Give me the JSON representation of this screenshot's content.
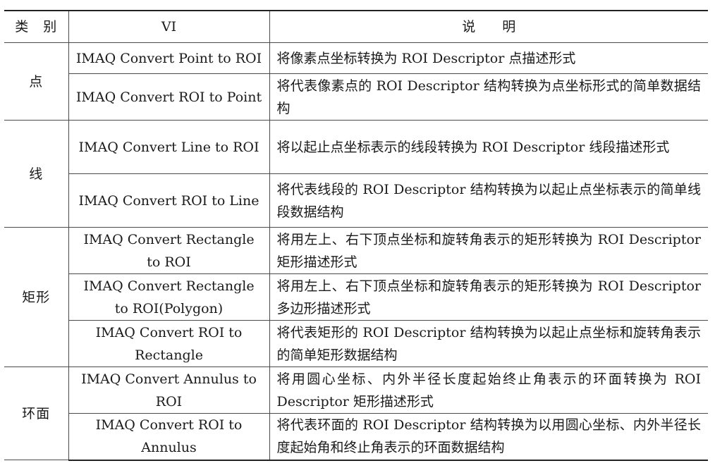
{
  "headers": {
    "category": "类　别",
    "vi": "VI",
    "description": "说　　明"
  },
  "groups": [
    {
      "category": "点",
      "rows": [
        {
          "vi": "IMAQ Convert Point to ROI",
          "description": "将像素点坐标转换为 ROI Descriptor 点描述形式"
        },
        {
          "vi": "IMAQ Convert ROI to Point",
          "description": "将代表像素点的 ROI Descriptor 结构转换为点坐标形式的简单数据结构"
        }
      ]
    },
    {
      "category": "线",
      "rows": [
        {
          "vi": "IMAQ Convert Line to ROI",
          "description": "将以起止点坐标表示的线段转换为 ROI Descriptor 线段描述形式"
        },
        {
          "vi": "IMAQ Convert ROI to Line",
          "description": "将代表线段的 ROI Descriptor 结构转换为以起止点坐标表示的简单线段数据结构"
        }
      ]
    },
    {
      "category": "矩形",
      "rows": [
        {
          "vi": "IMAQ Convert Rectangle to ROI",
          "description": "将用左上、右下顶点坐标和旋转角表示的矩形转换为 ROI Descriptor 矩形描述形式"
        },
        {
          "vi": "IMAQ Convert Rectangle to ROI(Polygon)",
          "description": "将用左上、右下顶点坐标和旋转角表示的矩形转换为 ROI Descriptor 多边形描述形式"
        },
        {
          "vi": "IMAQ Convert ROI to Rectangle",
          "description": "将代表矩形的 ROI Descriptor 结构转换为以起止点坐标和旋转角表示的简单矩形数据结构"
        }
      ]
    },
    {
      "category": "环面",
      "rows": [
        {
          "vi": "IMAQ Convert Annulus to ROI",
          "description": "将用圆心坐标、内外半径长度起始终止角表示的环面转换为 ROI Descriptor 矩形描述形式"
        },
        {
          "vi": "IMAQ Convert ROI to Annulus",
          "description": "将代表环面的 ROI Descriptor 结构转换为以用圆心坐标、内外半径长度起始角和终止角表示的环面数据结构"
        }
      ]
    }
  ]
}
